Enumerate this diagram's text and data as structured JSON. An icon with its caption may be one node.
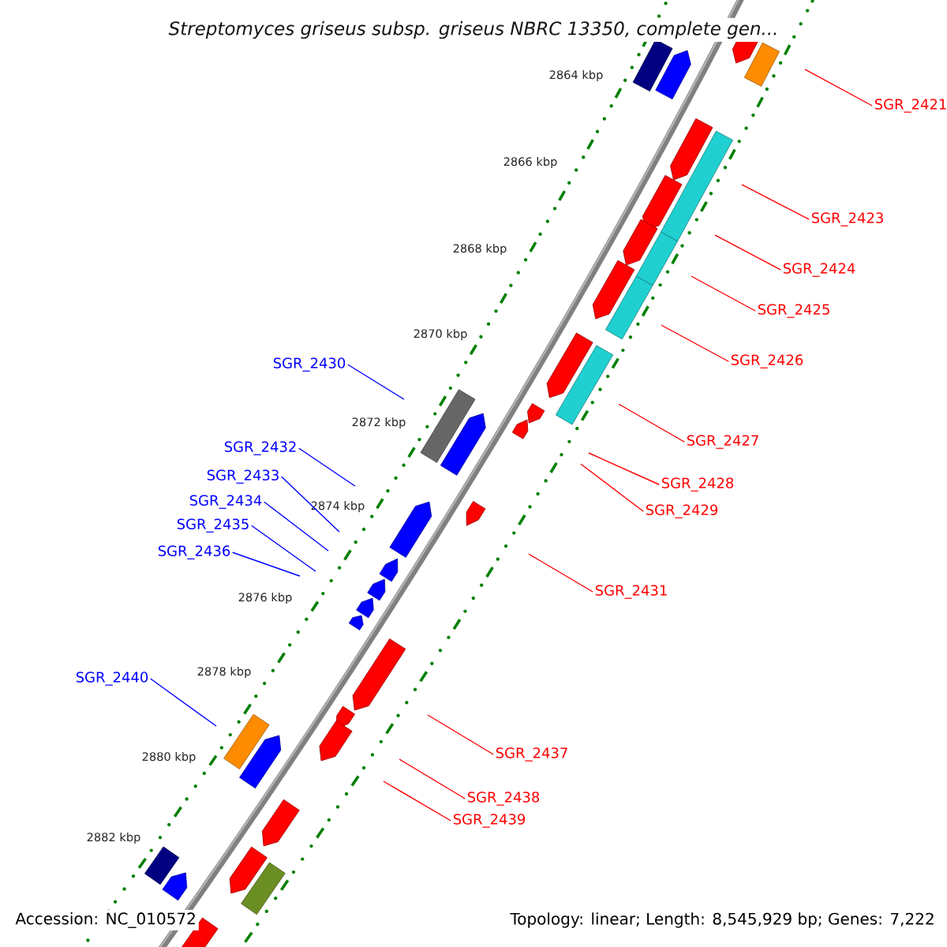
{
  "diagram": {
    "title": "Streptomyces griseus subsp. griseus NBRC 13350, complete gen...",
    "nodes": [
      {
        "text": [
          "SGR_2421"
        ]
      },
      {
        "text": [
          "SGR_2423"
        ]
      },
      {
        "text": [
          "SGR_2424"
        ]
      },
      {
        "text": [
          "SGR_2425"
        ]
      },
      {
        "text": [
          "SGR_2426"
        ]
      },
      {
        "text": [
          "SGR_2430"
        ]
      },
      {
        "text": [
          "SGR_2427"
        ]
      },
      {
        "text": [
          "SGR_2432"
        ]
      },
      {
        "text": [
          "SGR_2433"
        ]
      },
      {
        "text": [
          "SGR_2428"
        ]
      },
      {
        "text": [
          "SGR_2434"
        ]
      },
      {
        "text": [
          "SGR_2429"
        ]
      },
      {
        "text": [
          "SGR_2435"
        ]
      },
      {
        "text": [
          "SGR_2436"
        ]
      },
      {
        "text": [
          "SGR_2431"
        ]
      },
      {
        "text": [
          "SGR_2440"
        ]
      },
      {
        "text": [
          "SGR_2437"
        ]
      },
      {
        "text": [
          "SGR_2438"
        ]
      },
      {
        "text": [
          "SGR_2439"
        ]
      }
    ],
    "edges": [
      {
        "from": 0,
        "to": null,
        "arrow": "none"
      },
      {
        "from": 1,
        "to": null,
        "arrow": "none"
      },
      {
        "from": 2,
        "to": null,
        "arrow": "none"
      },
      {
        "from": 3,
        "to": null,
        "arrow": "none"
      },
      {
        "from": 4,
        "to": null,
        "arrow": "none"
      },
      {
        "from": 5,
        "to": null,
        "arrow": "none",
        "color": "#0000ff"
      },
      {
        "from": 6,
        "to": null,
        "arrow": "none"
      },
      {
        "from": 7,
        "to": null,
        "arrow": "none",
        "color": "#0000ff"
      },
      {
        "from": 8,
        "to": null,
        "arrow": "none",
        "color": "#0000ff"
      },
      {
        "from": 9,
        "to": null,
        "arrow": "none"
      },
      {
        "from": 10,
        "to": null,
        "arrow": "none",
        "color": "#0000ff"
      },
      {
        "from": 11,
        "to": null,
        "arrow": "none"
      },
      {
        "from": 12,
        "to": null,
        "arrow": "none",
        "color": "#0000ff"
      },
      {
        "from": 13,
        "to": null,
        "arrow": "none",
        "color": "#0000ff"
      },
      {
        "from": 14,
        "to": null,
        "arrow": "none"
      },
      {
        "from": 15,
        "to": null,
        "arrow": "none",
        "color": "#0000ff"
      },
      {
        "from": 16,
        "to": null,
        "arrow": "none"
      },
      {
        "from": 17,
        "to": null,
        "arrow": "none"
      },
      {
        "from": 18,
        "to": null,
        "arrow": "none"
      }
    ],
    "labels": [
      "2864 kbp",
      "2866 kbp",
      "2868 kbp",
      "2870 kbp",
      "2872 kbp",
      "2874 kbp",
      "2876 kbp",
      "2878 kbp",
      "2880 kbp",
      "2882 kbp",
      "Accession: NC_010572",
      "Topology: linear; Length: 8,545,929 bp; Genes: 7,222"
    ]
  }
}
